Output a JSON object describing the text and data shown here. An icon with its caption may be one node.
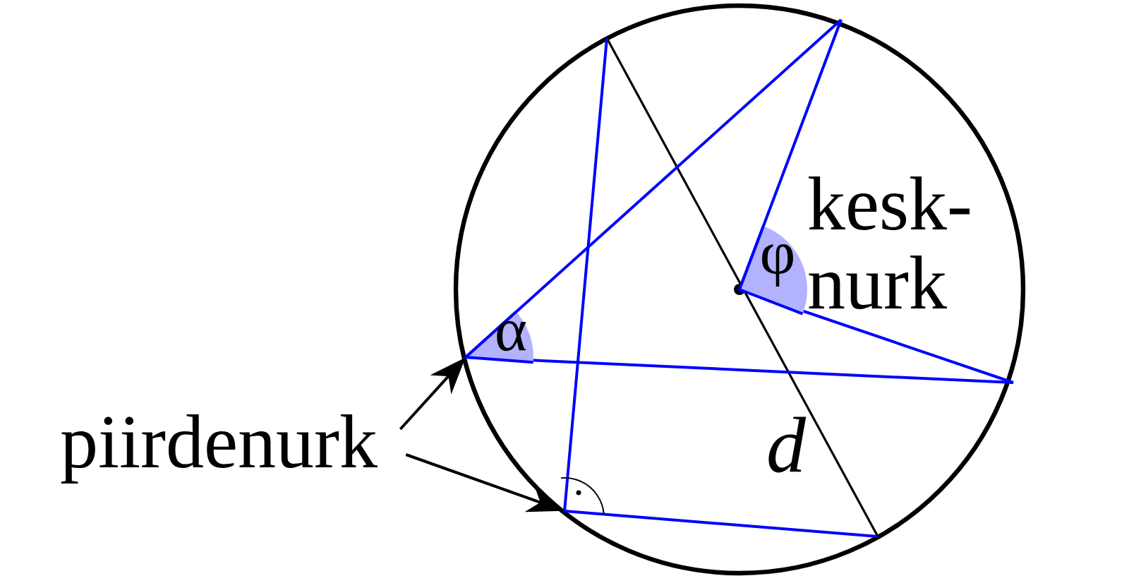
{
  "diagram": {
    "nodes": [
      {
        "text": [
          "piirdenurk"
        ]
      },
      {
        "text": [
          "φ"
        ]
      },
      {
        "text": [
          "α"
        ]
      },
      {
        "text": [],
        "shape": "arc"
      }
    ],
    "edges": [
      {
        "from": 0,
        "to": 2,
        "arrow": "to"
      },
      {
        "from": 0,
        "to": 3,
        "arrow": "to"
      }
    ],
    "labels": [
      "kesk- nurk",
      "d"
    ]
  }
}
